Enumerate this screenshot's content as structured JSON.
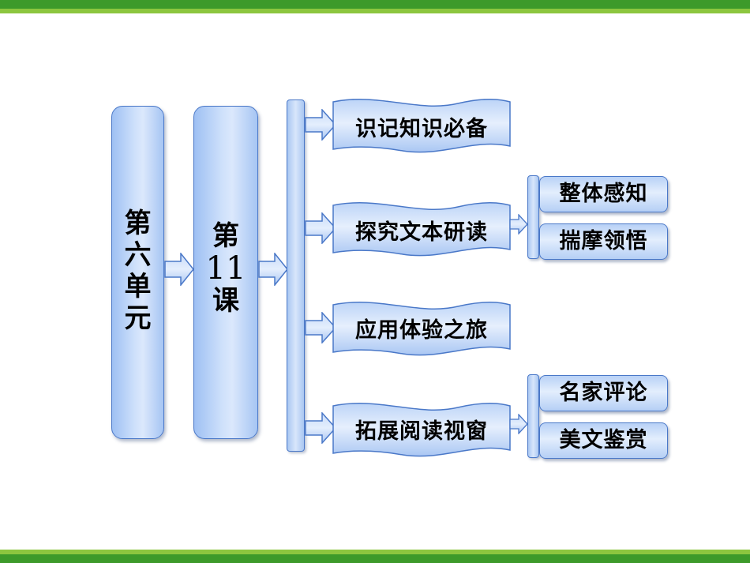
{
  "unit": {
    "label": "第六单元",
    "chars": [
      "第",
      "六",
      "单",
      "元"
    ]
  },
  "lesson": {
    "prefix": "第",
    "number": "11",
    "suffix": "课"
  },
  "sections": [
    {
      "label": "识记知识必备"
    },
    {
      "label": "探究文本研读",
      "subitems": [
        "整体感知",
        "揣摩领悟"
      ]
    },
    {
      "label": "应用体验之旅"
    },
    {
      "label": "拓展阅读视窗",
      "subitems": [
        "名家评论",
        "美文鉴赏"
      ]
    }
  ],
  "colors": {
    "band_dark": "#3d9a2a",
    "band_light": "#8cc63f",
    "box_border": "#4a78c8",
    "box_fill": "#cfe1fb"
  }
}
